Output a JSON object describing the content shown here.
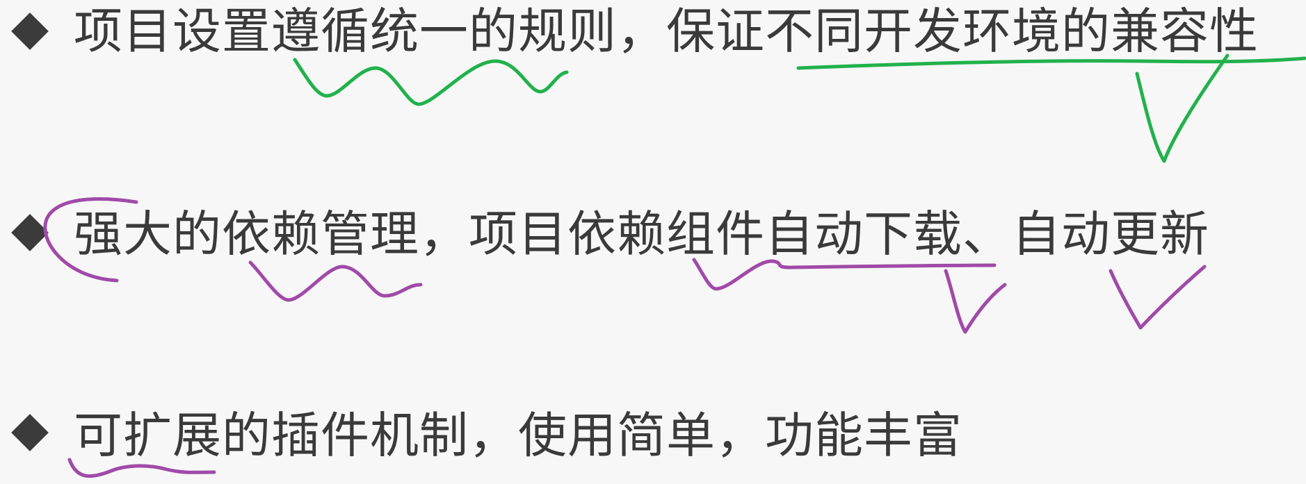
{
  "slide": {
    "bullets": [
      {
        "text": "项目设置遵循统一的规则，保证不同开发环境的兼容性"
      },
      {
        "text": "强大的依赖管理，项目依赖组件自动下载、自动更新"
      },
      {
        "text": "可扩展的插件机制，使用简单，功能丰富"
      }
    ]
  },
  "annotations": {
    "green_color": "#22b14c",
    "purple_color": "#a04aa8",
    "marks": [
      "wavy-underline",
      "straight-underline",
      "checkmark",
      "bracket"
    ]
  }
}
